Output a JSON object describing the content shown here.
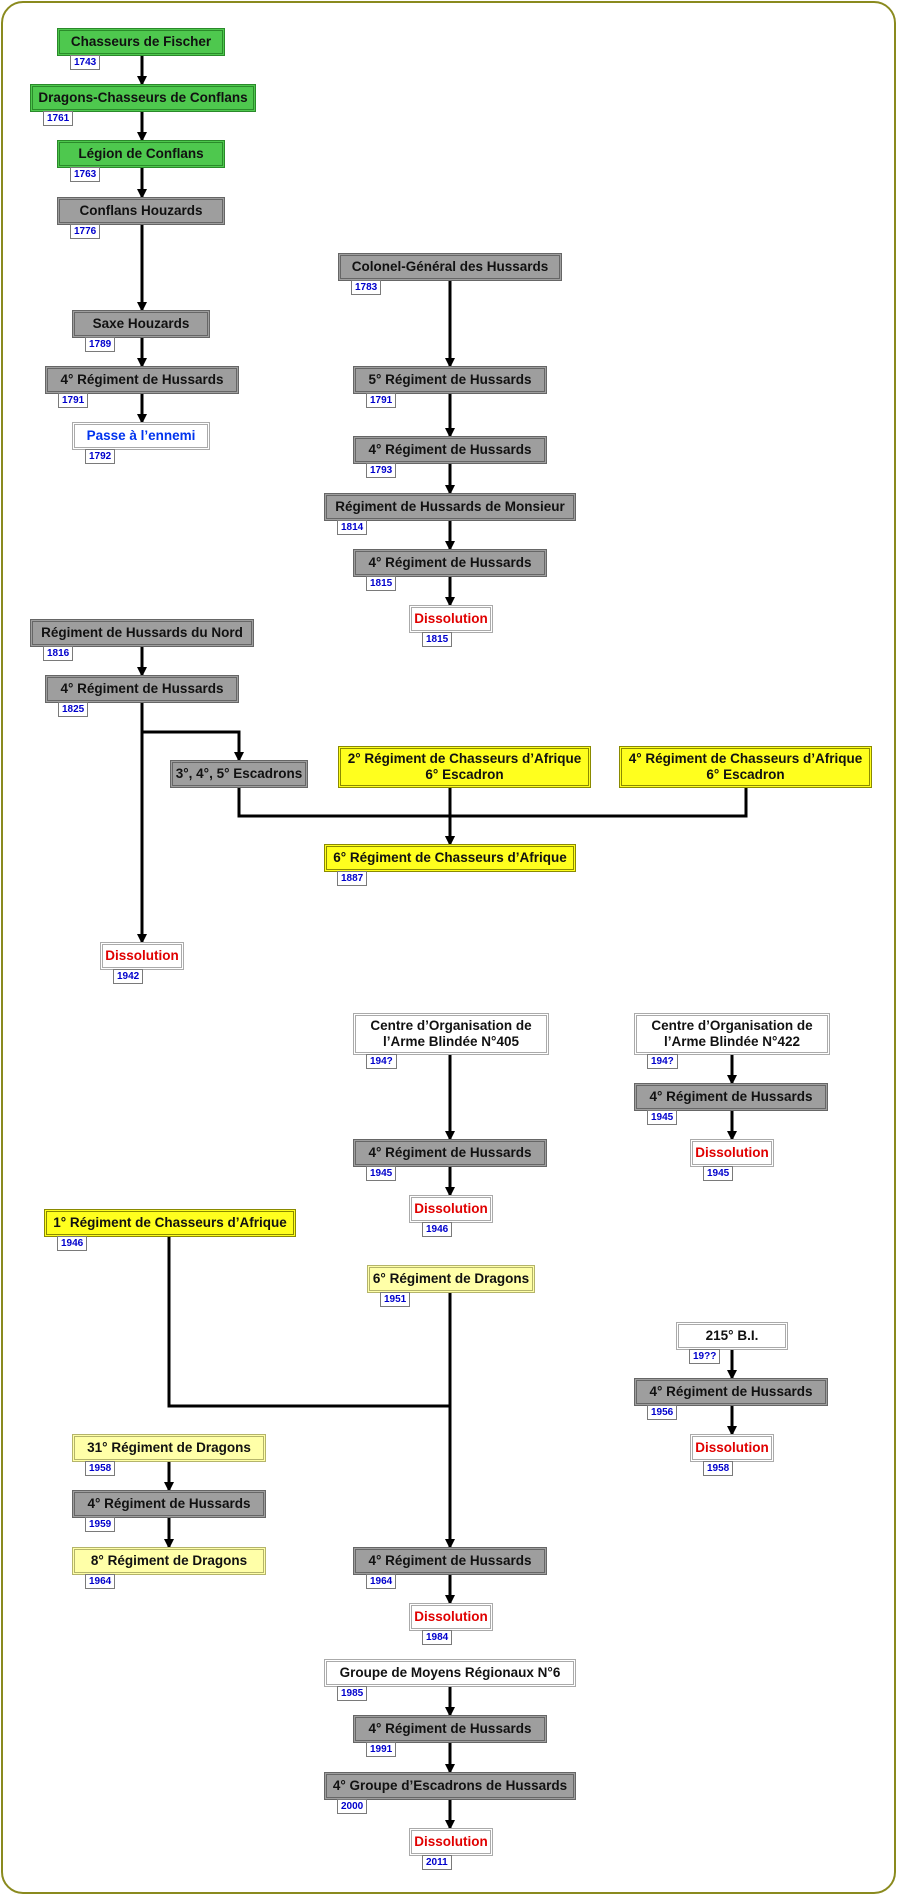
{
  "chart_data": {
    "type": "diagram",
    "nodes": [
      {
        "id": "n1",
        "label": "Chasseurs de Fischer",
        "year": "1743",
        "style": "green"
      },
      {
        "id": "n2",
        "label": "Dragons-Chasseurs de Conflans",
        "year": "1761",
        "style": "green"
      },
      {
        "id": "n3",
        "label": "Légion de Conflans",
        "year": "1763",
        "style": "green"
      },
      {
        "id": "n4",
        "label": "Conflans Houzards",
        "year": "1776",
        "style": "grey"
      },
      {
        "id": "n5",
        "label": "Saxe Houzards",
        "year": "1789",
        "style": "grey"
      },
      {
        "id": "n6",
        "label": "4° Régiment de Hussards",
        "year": "1791",
        "style": "grey"
      },
      {
        "id": "n7",
        "label": "Passe à l’ennemi",
        "year": "1792",
        "style": "white",
        "color": "blue"
      },
      {
        "id": "n8",
        "label": "Colonel-Général des Hussards",
        "year": "1783",
        "style": "grey"
      },
      {
        "id": "n9",
        "label": "5° Régiment de Hussards",
        "year": "1791",
        "style": "grey"
      },
      {
        "id": "n10",
        "label": "4° Régiment de Hussards",
        "year": "1793",
        "style": "grey"
      },
      {
        "id": "n11",
        "label": "Régiment de Hussards de Monsieur",
        "year": "1814",
        "style": "grey"
      },
      {
        "id": "n12",
        "label": "4° Régiment de Hussards",
        "year": "1815",
        "style": "grey"
      },
      {
        "id": "n13",
        "label": "Dissolution",
        "year": "1815",
        "style": "white",
        "color": "red"
      },
      {
        "id": "n14",
        "label": "Régiment de Hussards du Nord",
        "year": "1816",
        "style": "grey"
      },
      {
        "id": "n15",
        "label": "4° Régiment de Hussards",
        "year": "1825",
        "style": "grey"
      },
      {
        "id": "n16",
        "label": "3°, 4°, 5° Escadrons",
        "year": "",
        "style": "grey"
      },
      {
        "id": "n17",
        "label": "2° Régiment de Chasseurs d’Afrique\n6° Escadron",
        "year": "",
        "style": "yellow"
      },
      {
        "id": "n18",
        "label": "4° Régiment de Chasseurs d’Afrique\n6° Escadron",
        "year": "",
        "style": "yellow"
      },
      {
        "id": "n19",
        "label": "6° Régiment de Chasseurs d’Afrique",
        "year": "1887",
        "style": "yellow"
      },
      {
        "id": "n20",
        "label": "Dissolution",
        "year": "1942",
        "style": "white",
        "color": "red"
      },
      {
        "id": "n21",
        "label": "Centre d’Organisation de\nl’Arme Blindée N°405",
        "year": "194?",
        "style": "white"
      },
      {
        "id": "n22",
        "label": "4° Régiment de Hussards",
        "year": "1945",
        "style": "grey"
      },
      {
        "id": "n23",
        "label": "Dissolution",
        "year": "1946",
        "style": "white",
        "color": "red"
      },
      {
        "id": "n24",
        "label": "Centre d’Organisation de\nl’Arme Blindée N°422",
        "year": "194?",
        "style": "white"
      },
      {
        "id": "n25",
        "label": "4° Régiment de Hussards",
        "year": "1945",
        "style": "grey"
      },
      {
        "id": "n26",
        "label": "Dissolution",
        "year": "1945",
        "style": "white",
        "color": "red"
      },
      {
        "id": "n27",
        "label": "1° Régiment de Chasseurs d’Afrique",
        "year": "1946",
        "style": "yellow"
      },
      {
        "id": "n28",
        "label": "6° Régiment de Dragons",
        "year": "1951",
        "style": "lightyellow"
      },
      {
        "id": "n29",
        "label": "215° B.I.",
        "year": "19??",
        "style": "white"
      },
      {
        "id": "n30",
        "label": "4° Régiment de Hussards",
        "year": "1956",
        "style": "grey"
      },
      {
        "id": "n31",
        "label": "Dissolution",
        "year": "1958",
        "style": "white",
        "color": "red"
      },
      {
        "id": "n32",
        "label": "31° Régiment de Dragons",
        "year": "1958",
        "style": "lightyellow"
      },
      {
        "id": "n33",
        "label": "4° Régiment de Hussards",
        "year": "1959",
        "style": "grey"
      },
      {
        "id": "n34",
        "label": "8° Régiment de Dragons",
        "year": "1964",
        "style": "lightyellow"
      },
      {
        "id": "n35",
        "label": "4° Régiment de Hussards",
        "year": "1964",
        "style": "grey"
      },
      {
        "id": "n36",
        "label": "Dissolution",
        "year": "1984",
        "style": "white",
        "color": "red"
      },
      {
        "id": "n37",
        "label": "Groupe de Moyens Régionaux N°6",
        "year": "1985",
        "style": "white"
      },
      {
        "id": "n38",
        "label": "4° Régiment de Hussards",
        "year": "1991",
        "style": "grey"
      },
      {
        "id": "n39",
        "label": "4° Groupe d’Escadrons de Hussards",
        "year": "2000",
        "style": "grey"
      },
      {
        "id": "n40",
        "label": "Dissolution",
        "year": "2011",
        "style": "white",
        "color": "red"
      }
    ],
    "edges": [
      [
        "n1",
        "n2"
      ],
      [
        "n2",
        "n3"
      ],
      [
        "n3",
        "n4"
      ],
      [
        "n4",
        "n5"
      ],
      [
        "n5",
        "n6"
      ],
      [
        "n6",
        "n7"
      ],
      [
        "n8",
        "n9"
      ],
      [
        "n9",
        "n10"
      ],
      [
        "n10",
        "n11"
      ],
      [
        "n11",
        "n12"
      ],
      [
        "n12",
        "n13"
      ],
      [
        "n14",
        "n15"
      ],
      [
        "n15",
        "n16"
      ],
      [
        "n15",
        "n20"
      ],
      [
        "n16",
        "n19"
      ],
      [
        "n17",
        "n19"
      ],
      [
        "n18",
        "n19"
      ],
      [
        "n21",
        "n22"
      ],
      [
        "n22",
        "n23"
      ],
      [
        "n24",
        "n25"
      ],
      [
        "n25",
        "n26"
      ],
      [
        "n27",
        "n35"
      ],
      [
        "n28",
        "n35"
      ],
      [
        "n29",
        "n30"
      ],
      [
        "n30",
        "n31"
      ],
      [
        "n32",
        "n33"
      ],
      [
        "n33",
        "n34"
      ],
      [
        "n35",
        "n36"
      ],
      [
        "n37",
        "n38"
      ],
      [
        "n38",
        "n39"
      ],
      [
        "n39",
        "n40"
      ]
    ]
  },
  "colors": {
    "green": "#4ec84e",
    "grey": "#9e9e9e",
    "yellow": "#ffff1e",
    "lightyellow": "#ffffa8",
    "white": "#ffffff",
    "red_text": "#e00000",
    "blue_text": "#0033ee",
    "year_text": "#0000cc",
    "frame": "#8a8a1e"
  }
}
